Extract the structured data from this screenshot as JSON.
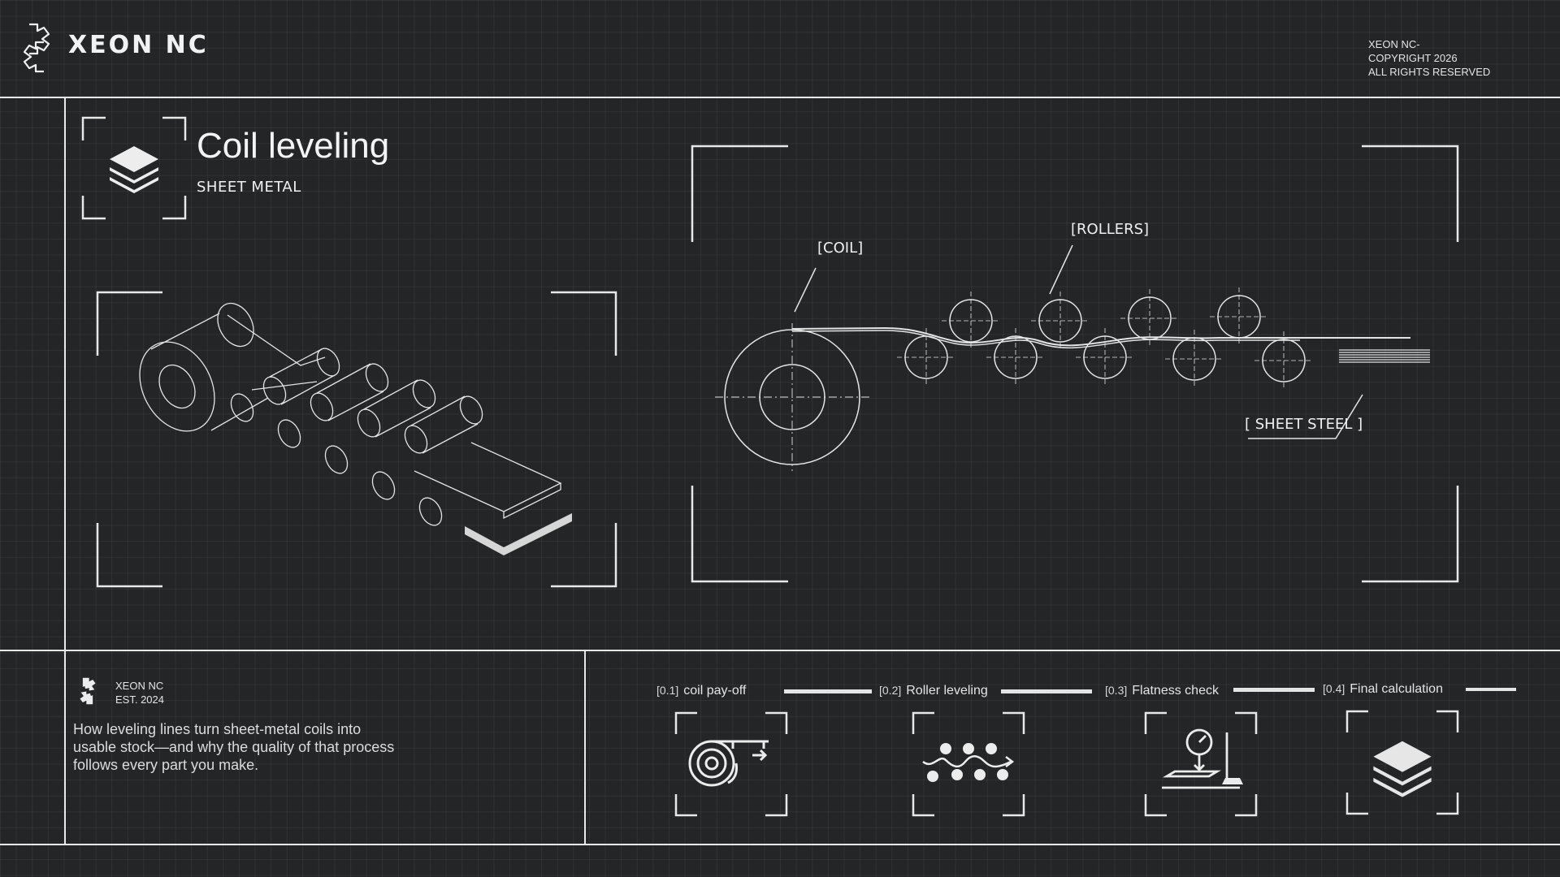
{
  "header": {
    "brand": "XEON NC",
    "copyright": [
      "XEON NC-",
      "COPYRIGHT 2026",
      "ALL RIGHTS RESERVED"
    ]
  },
  "hero": {
    "title": "Coil leveling",
    "subtitle": "SHEET METAL",
    "icon": "stacked-sheets-icon"
  },
  "diagram": {
    "labels": {
      "coil": "[COIL]",
      "rollers": "[ROLLERS]",
      "sheet": "[ SHEET STEEL ]"
    }
  },
  "footer": {
    "brand": "XEON NC",
    "est": "EST. 2024",
    "description": "How leveling lines turn sheet-metal coils into usable stock—and why the quality of that process follows every part you make."
  },
  "steps": [
    {
      "num": "[0.1]",
      "label": "coil pay-off",
      "icon": "coil-payoff-icon"
    },
    {
      "num": "[0.2]",
      "label": "Roller leveling",
      "icon": "roller-leveling-icon"
    },
    {
      "num": "[0.3]",
      "label": "Flatness check",
      "icon": "flatness-gauge-icon"
    },
    {
      "num": "[0.4]",
      "label": "Final calculation",
      "icon": "stacked-sheets-icon"
    }
  ],
  "colors": {
    "background": "#232527",
    "line": "#e8e8e8"
  }
}
